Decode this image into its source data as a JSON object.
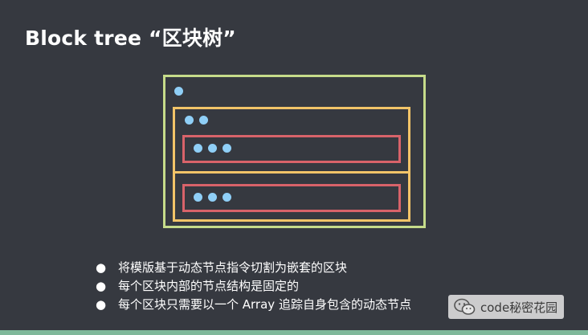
{
  "slide": {
    "title": "Block tree “区块树”",
    "bullets": [
      "将模版基于动态节点指令切割为嵌套的区块",
      "每个区块内部的节点结构是固定的",
      "每个区块只需要以一个 Array 追踪自身包含的动态节点"
    ],
    "bullet_marker": "●"
  },
  "diagram": {
    "colors": {
      "outer_block": "#c6dc8a",
      "inner_block": "#f2c468",
      "nested_block": "#d8636a",
      "dynamic_node": "#8fcff7",
      "background": "#363940"
    }
  },
  "watermark": {
    "text": "code秘密花园",
    "icon": "wechat-icon"
  }
}
